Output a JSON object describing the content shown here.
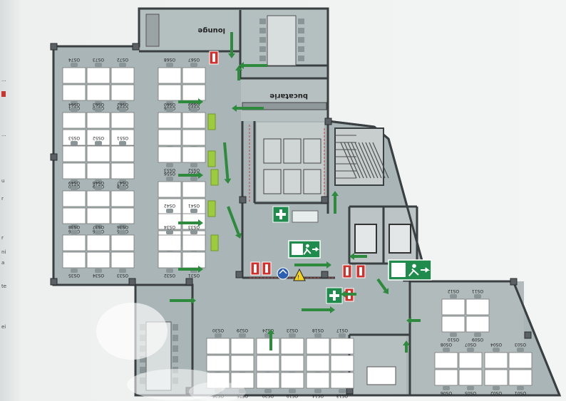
{
  "rooms": {
    "lounge": "lounge",
    "kitchen": "bucatarie"
  },
  "desks": [
    "OS74",
    "OS73",
    "OS72",
    "OS71",
    "OS70",
    "OS69",
    "OS68",
    "OS67",
    "OS66",
    "OS65",
    "OS64",
    "OS63",
    "OS62",
    "OS61",
    "OS60",
    "OS59",
    "OS58",
    "OS57",
    "OS53",
    "OS52",
    "OS51",
    "OS50",
    "OS49",
    "OS48",
    "OS47",
    "OS46",
    "OS56",
    "OS55",
    "OS54",
    "OS43",
    "OS42",
    "OS41",
    "OS40",
    "OS39",
    "OS38",
    "OS37",
    "OS36",
    "OS35",
    "OS34",
    "OS33",
    "OS32",
    "OS31",
    "OS30",
    "OS29",
    "OS28",
    "OS27",
    "OS26",
    "OS25",
    "OS24",
    "OS23",
    "OS22",
    "OS21",
    "OS20",
    "OS19",
    "OS18",
    "OS17",
    "OS16",
    "OS15",
    "OS14",
    "OS13",
    "OS12",
    "OS11",
    "OS10",
    "OS09",
    "OS08",
    "OS07",
    "OS06",
    "OS05",
    "OS04",
    "OS03",
    "OS02",
    "OS01"
  ],
  "colors": {
    "floor": "#a9b5b6",
    "wall": "#3a3f42",
    "desk": "#ffffff",
    "chair": "#8a9597",
    "exit_green": "#1f8b4c",
    "arrow_green": "#2e8b3e",
    "fire_red": "#d2322d",
    "plant": "#9ccc3d",
    "stair": "#c8cdcd"
  },
  "icons": [
    "fire-extinguisher-icon",
    "first-aid-icon",
    "emergency-exit-icon",
    "evacuation-arrow-icon",
    "electrical-hazard-icon",
    "assembly-point-icon"
  ],
  "margin_text": [
    "...",
    "...",
    "u",
    "r",
    "r",
    "ni",
    "a",
    "te",
    "ei"
  ]
}
